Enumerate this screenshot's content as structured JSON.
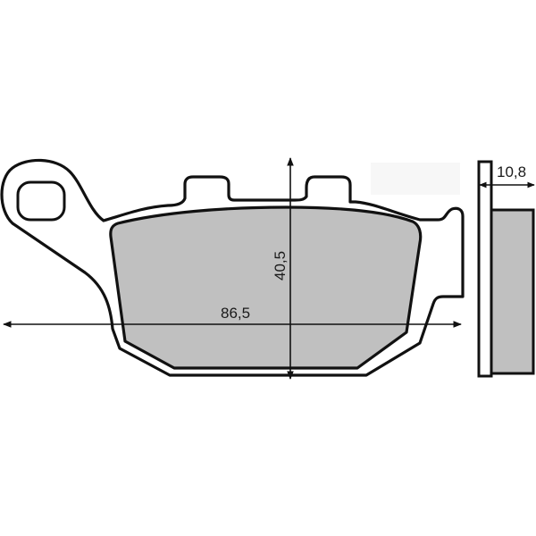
{
  "diagram": {
    "subject": "brake pad technical drawing",
    "colors": {
      "background": "#ffffff",
      "outline": "#111111",
      "friction_material": "#c0c0c0",
      "faint_box": "#f7f7f7"
    },
    "front_view": {
      "width_dimension": {
        "label": "86,5",
        "orientation": "horizontal"
      },
      "height_dimension": {
        "label": "40,5",
        "orientation": "vertical"
      }
    },
    "side_view": {
      "thickness_dimension": {
        "label": "10,8",
        "orientation": "horizontal"
      }
    }
  }
}
